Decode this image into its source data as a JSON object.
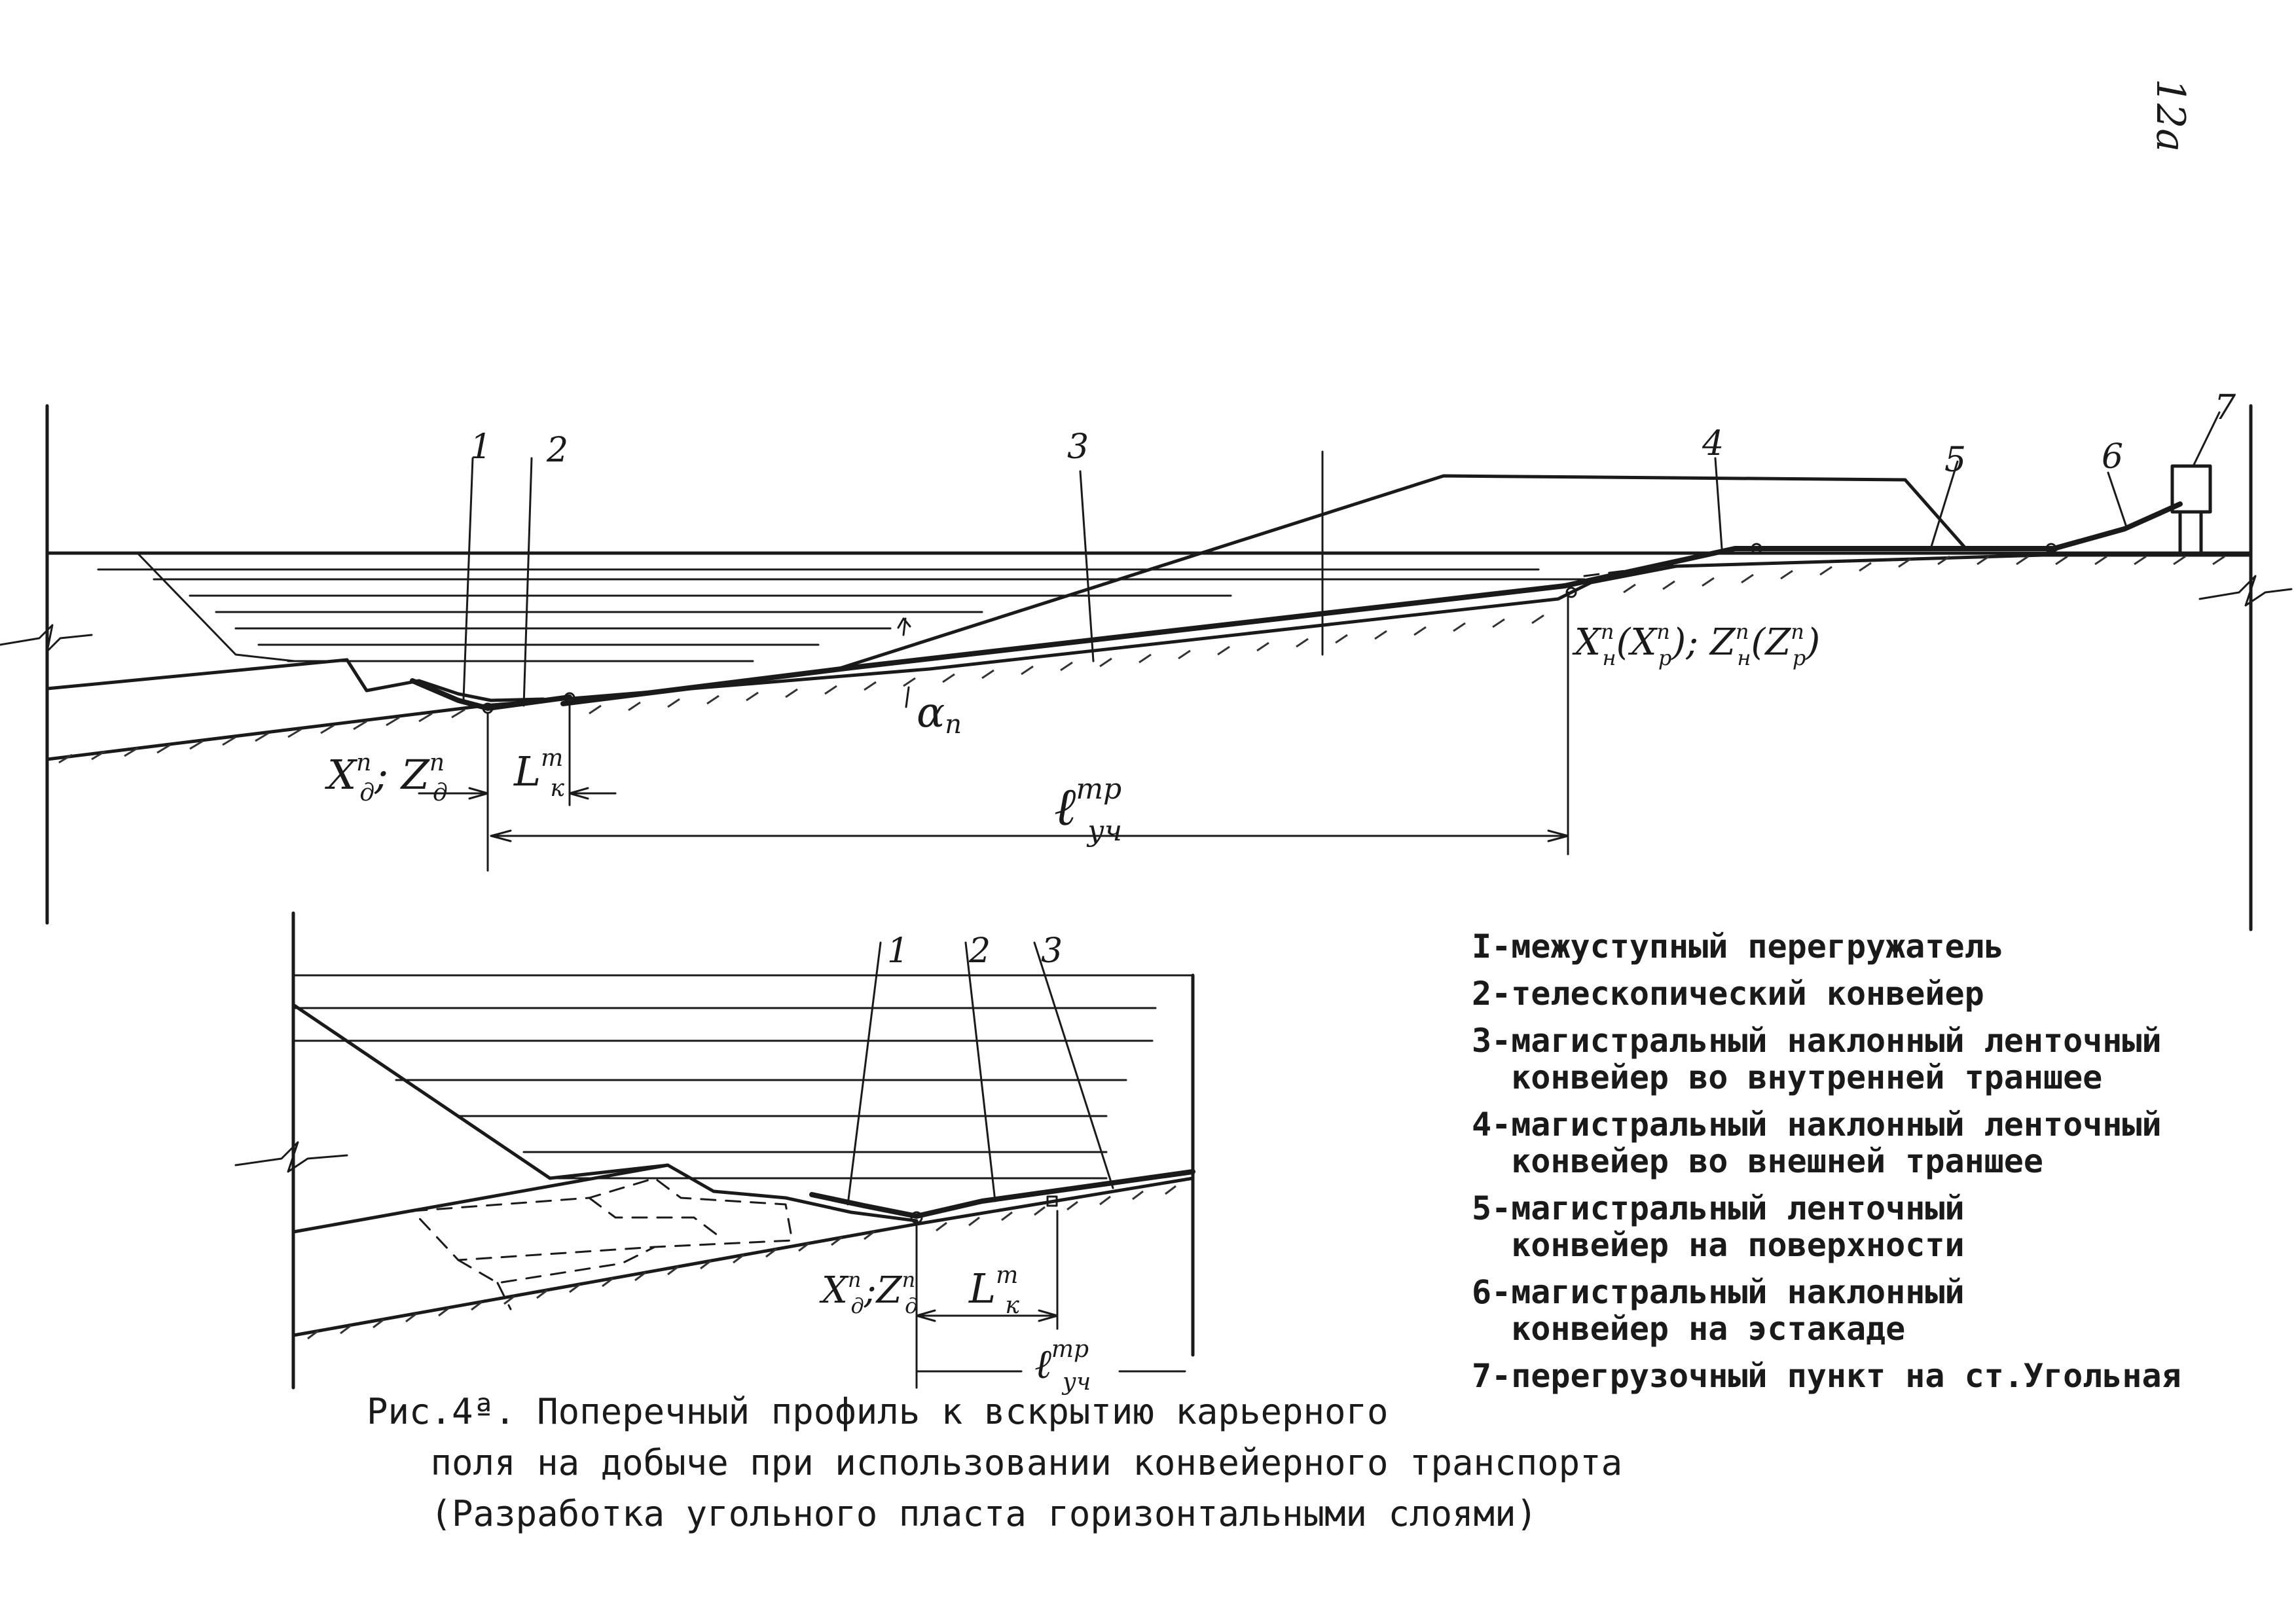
{
  "page_number": "12a",
  "top_profile": {
    "callouts": [
      "1",
      "2",
      "3",
      "4",
      "5",
      "6",
      "7"
    ],
    "alpha_label": "α",
    "alpha_sub": "п",
    "xd_label": "X",
    "xd_sup": "п",
    "xd_sub": "д",
    "zd_label": "Z",
    "zd_sup": "п",
    "zd_sub": "д",
    "lk_label": "L",
    "lk_sup": "т",
    "lk_sub": "к",
    "luch_label": "ℓ",
    "luch_sup": "тр",
    "luch_sub": "уч",
    "xn_text": "X",
    "xn_sup": "п",
    "xn_sub": "н",
    "xp_text": "(X",
    "xp_sup": "п",
    "xp_sub": "р",
    "zn_text": "); Z",
    "zn_sup": "п",
    "zn_sub": "н",
    "zp_text": "(Z",
    "zp_sup": "п",
    "zp_sub": "р",
    "close": ")"
  },
  "bottom_profile": {
    "callouts": [
      "1",
      "2",
      "3"
    ],
    "xd_label": "X",
    "xd_sup": "п",
    "xd_sub": "д",
    "zd_label": "Z",
    "zd_sup": "п",
    "zd_sub": "д",
    "lk_label": "L",
    "lk_sup": "т",
    "lk_sub": "к",
    "luch_label": "ℓ",
    "luch_sup": "тр",
    "luch_sub": "уч"
  },
  "legend": [
    "I-межуступный перегружатель",
    "2-телескопический конвейер",
    "3-магистральный наклонный ленточный\n  конвейер во внутренней траншее",
    "4-магистральный наклонный ленточный\n  конвейер во внешней траншее",
    "5-магистральный ленточный\n  конвейер на поверхности",
    "6-магистральный наклонный\n  конвейер на эстакаде",
    "7-перегрузочный пункт на ст.Угольная"
  ],
  "caption": {
    "line1": "Рис.4ª. Поперечный профиль к вскрытию карьерного",
    "line2": "   поля на добыче при использовании конвейерного транспорта",
    "line3": "   (Разработка угольного пласта горизонтальными слоями)"
  }
}
